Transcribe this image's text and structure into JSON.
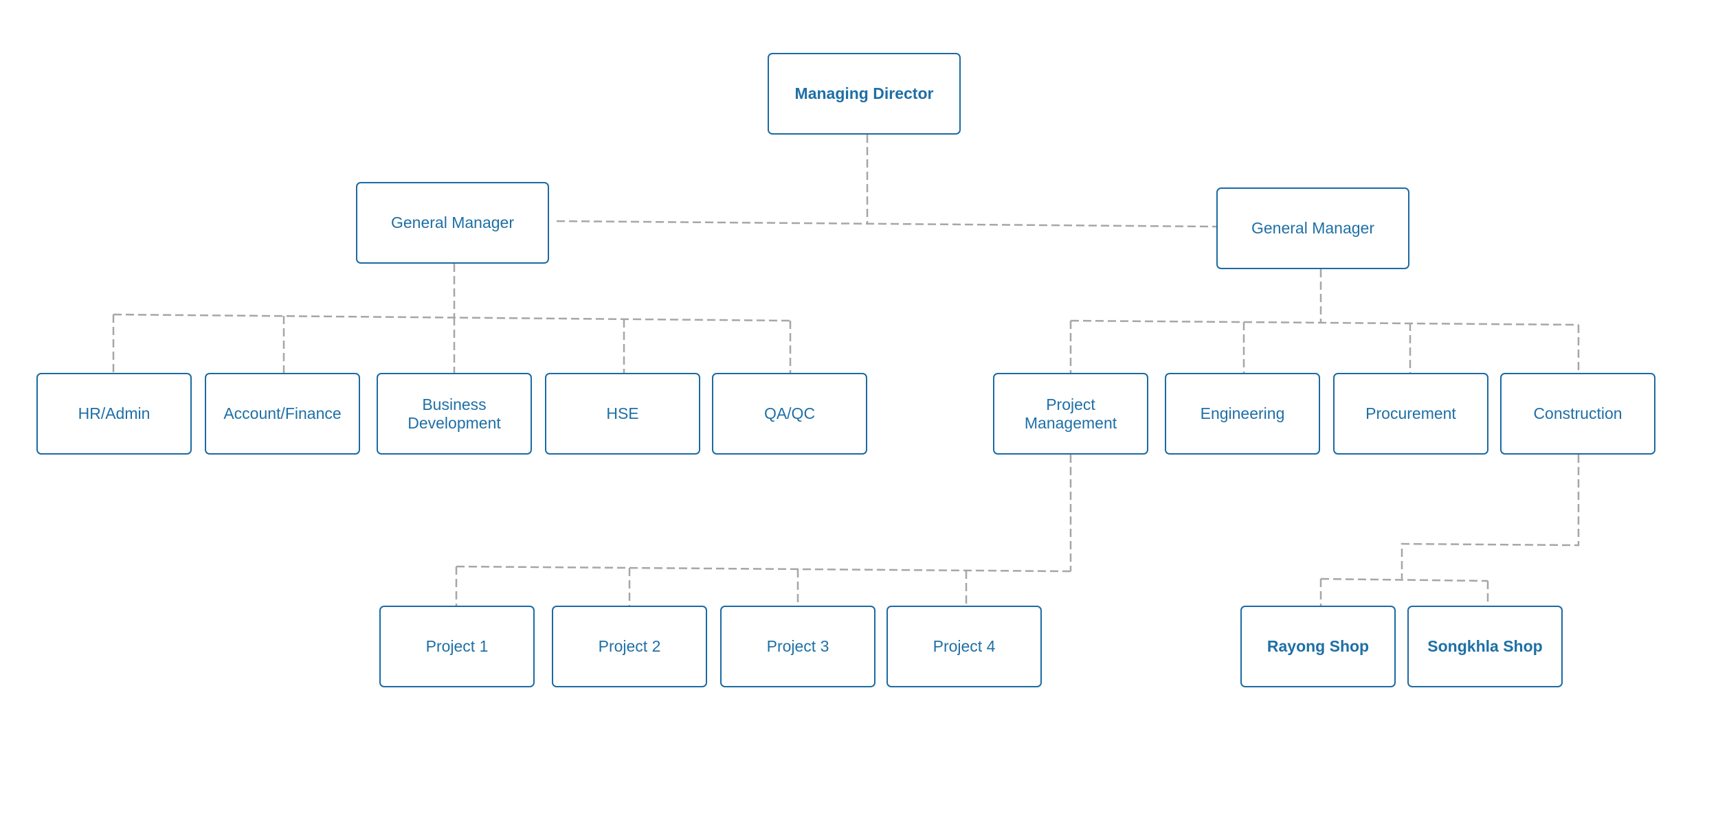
{
  "org_chart": {
    "managing_director": "Managing Director",
    "general_manager_left": "General Manager",
    "general_manager_right": "General Manager",
    "left_departments": [
      "HR/Admin",
      "Account/Finance",
      "Business Development",
      "HSE",
      "QA/QC"
    ],
    "right_departments": [
      "Project Management",
      "Engineering",
      "Procurement",
      "Construction"
    ],
    "projects": [
      "Project 1",
      "Project 2",
      "Project 3",
      "Project 4"
    ],
    "shops": [
      "Rayong Shop",
      "Songkhla Shop"
    ]
  },
  "colors": {
    "box_border": "#1a6aa3",
    "text": "#1e6fa6",
    "connector": "#a6a6a6"
  }
}
